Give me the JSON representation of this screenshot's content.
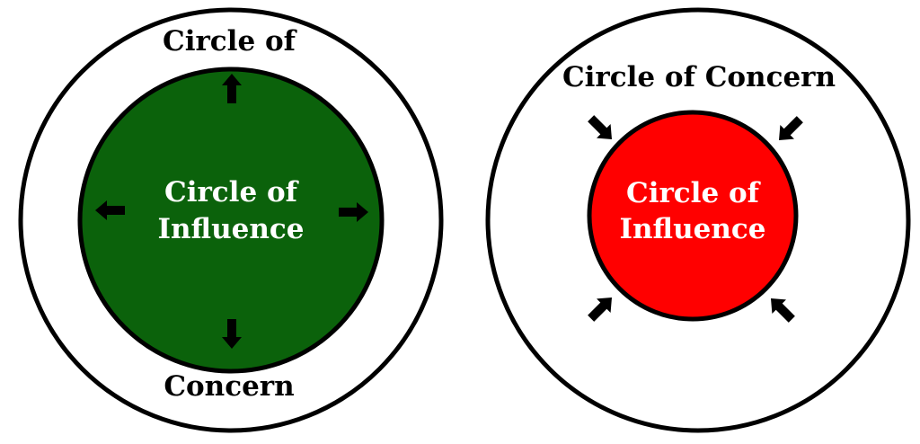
{
  "colors": {
    "background": "#ffffff",
    "outline": "#000000",
    "expanding_fill": "#0b620b",
    "shrinking_fill": "#ff0000",
    "inner_text": "#ffffff",
    "arrow": "#000000"
  },
  "left_diagram": {
    "outer_label_top": "Circle of",
    "outer_label_bottom": "Concern",
    "inner_label_line1": "Circle of",
    "inner_label_line2": "Influence",
    "arrow_direction": "outward"
  },
  "right_diagram": {
    "outer_label": "Circle of Concern",
    "inner_label_line1": "Circle of",
    "inner_label_line2": "Influence",
    "arrow_direction": "inward"
  }
}
